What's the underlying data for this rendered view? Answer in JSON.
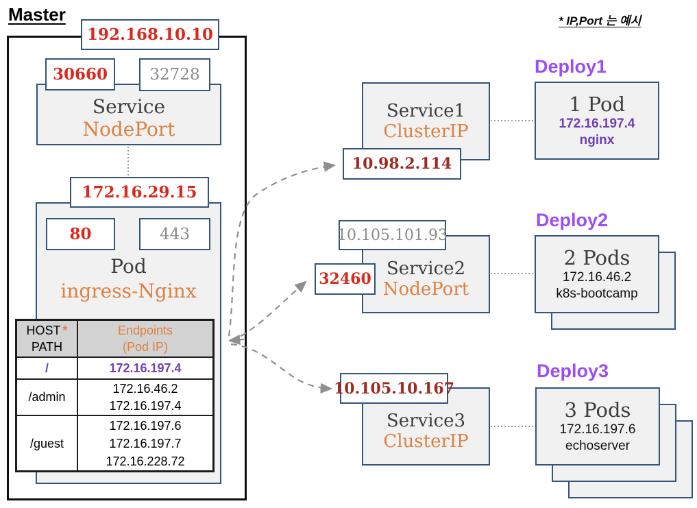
{
  "note": {
    "text": "* IP,Port 는 예시"
  },
  "master": {
    "label": "Master",
    "node_ip": "192.168.10.10",
    "service": {
      "name": "Service",
      "type": "NodePort",
      "port_http": "30660",
      "port_https": "32728"
    },
    "pod": {
      "ip": "172.16.29.15",
      "port_http": "80",
      "port_https": "443",
      "name": "Pod",
      "app": "ingress-Nginx"
    },
    "table": {
      "host_label": "HOST",
      "host_star": "*",
      "path_label": "PATH",
      "endpoints_label": "Endpoints",
      "pod_ip_label": "(Pod IP)",
      "rows": [
        {
          "path": "/",
          "endpoints": [
            "172.16.197.4"
          ]
        },
        {
          "path": "/admin",
          "endpoints": [
            "172.16.46.2",
            "172.16.197.4"
          ]
        },
        {
          "path": "/guest",
          "endpoints": [
            "172.16.197.6",
            "172.16.197.7",
            "172.16.228.72"
          ]
        }
      ]
    }
  },
  "services": [
    {
      "name": "Service1",
      "type": "ClusterIP",
      "cluster_ip": "10.98.2.114"
    },
    {
      "name": "Service2",
      "type": "NodePort",
      "cluster_ip": "10.105.101.93",
      "node_port": "32460"
    },
    {
      "name": "Service3",
      "type": "ClusterIP",
      "cluster_ip": "10.105.10.167"
    }
  ],
  "deploys": [
    {
      "label": "Deploy1",
      "title": "1 Pod",
      "ip": "172.16.197.4",
      "app": "nginx"
    },
    {
      "label": "Deploy2",
      "title": "2 Pods",
      "ip": "172.16.46.2",
      "app": "k8s-bootcamp"
    },
    {
      "label": "Deploy3",
      "title": "3 Pods",
      "ip": "172.16.197.6",
      "app": "echoserver"
    }
  ],
  "colors": {
    "bright_red": "#d9291c",
    "dark_red": "#9e2a20",
    "orange": "#dd8143",
    "purple_dark": "#6f3fb3",
    "purple_bright": "#9b4ff2",
    "gray_text": "#8a8a8a",
    "dark_text": "#3d3d3d",
    "border_blue": "#34547a",
    "box_fill": "#f1f1f1",
    "arrow_gray": "#8f8f8f"
  }
}
